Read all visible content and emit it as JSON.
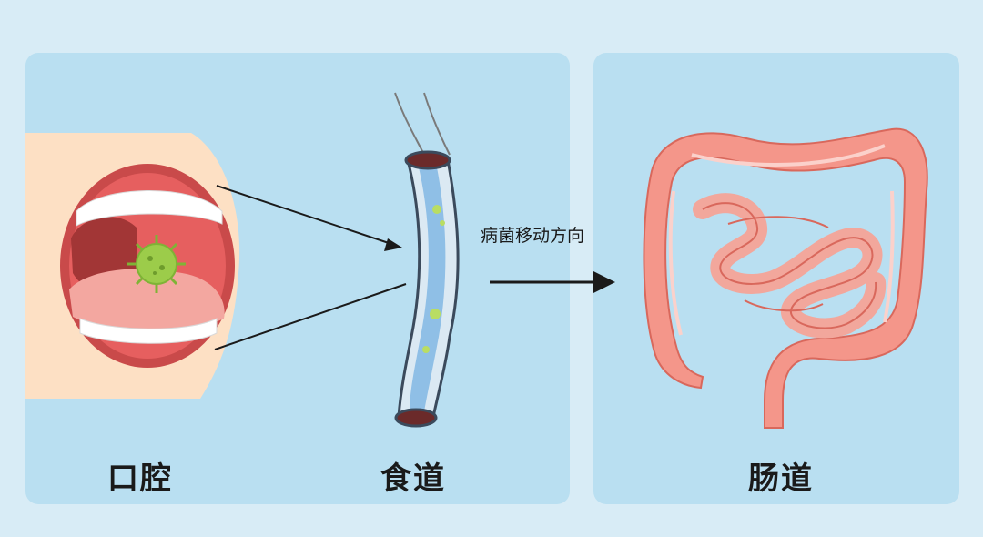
{
  "labels": {
    "mouth": "口腔",
    "esophagus": "食道",
    "intestine": "肠道",
    "direction": "病菌移动方向"
  },
  "colors": {
    "background": "#d8ecf6",
    "panel": "#b9dff1",
    "intestine": "#f4968a",
    "virus": "#9ccc4a"
  }
}
